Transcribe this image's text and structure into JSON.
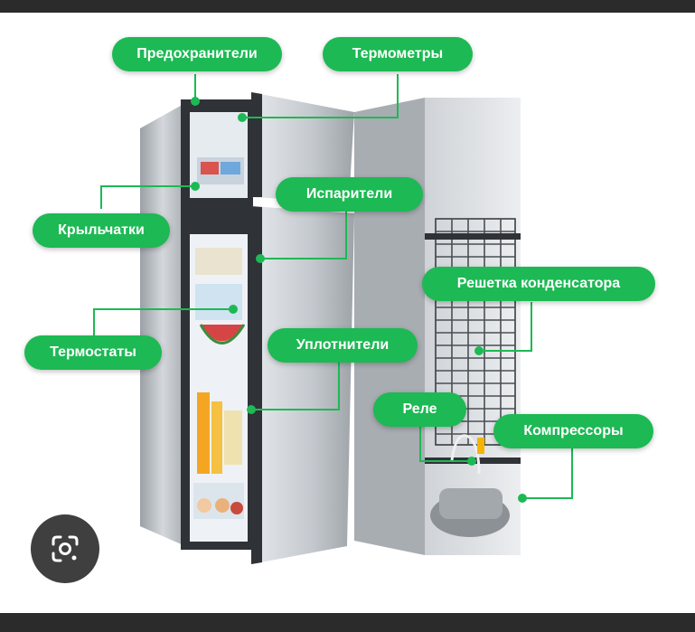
{
  "colors": {
    "label_bg": "#1db954",
    "connector": "#1db954",
    "lens_bg": "#3f3f3f",
    "fridge_body": "#c4c8cc",
    "fridge_interior": "#dfe4ea"
  },
  "labels": {
    "fuses": "Предохранители",
    "thermometers": "Термометры",
    "impellers": "Крыльчатки",
    "evaporators": "Испарители",
    "condenser_grid": "Решетка конденсатора",
    "thermostats": "Термостаты",
    "seals": "Уплотнители",
    "relay": "Реле",
    "compressors": "Компрессоры"
  },
  "icons": {
    "lens": "google-lens-icon"
  }
}
